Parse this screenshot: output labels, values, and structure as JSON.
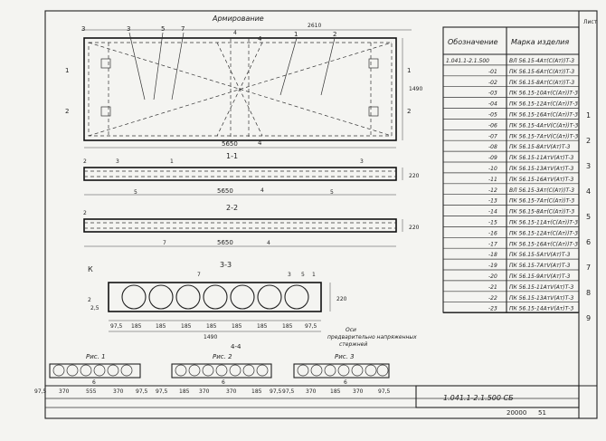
{
  "drawing": {
    "title": "Армирование",
    "top_width": "2610",
    "plan_length": "5650",
    "plan_height": "1490",
    "section_marks": {
      "s4": "4",
      "s11": "1-1",
      "s22": "2-2",
      "s33": "3-3",
      "s44": "4-4"
    },
    "callouts": [
      "1",
      "2",
      "3",
      "4",
      "5",
      "6",
      "7"
    ],
    "cut_labels": [
      "1",
      "1",
      "2",
      "2",
      "4",
      "4"
    ],
    "section_height": "220",
    "section_length": "5650",
    "cross_section": {
      "total": "1490",
      "dims": [
        "97,5",
        "185",
        "185",
        "185",
        "185",
        "185",
        "185",
        "185",
        "97,5"
      ],
      "side_label": "2,5",
      "mark_k": "К",
      "axis_note_line1": "Оси",
      "axis_note_line2": "предварительно напряженных",
      "axis_note_line3": "стержней"
    },
    "figures": [
      {
        "label": "Рис. 1",
        "dims": [
          "97,5",
          "370",
          "555",
          "370",
          "97,5"
        ]
      },
      {
        "label": "Рис. 2",
        "dims": [
          "97,5",
          "185",
          "370",
          "370",
          "185",
          "97,5"
        ]
      },
      {
        "label": "Рис. 3",
        "dims": [
          "97,5",
          "370",
          "185",
          "370",
          "97,5"
        ]
      }
    ],
    "fig_callout": "6"
  },
  "table": {
    "col1_header": "Обозначение",
    "col2_header": "Марка изделия",
    "rows": [
      {
        "code": "1.041.1-2.1.500",
        "mark": "ВЛ 56.15-4Ат(С(Ат))Т-3"
      },
      {
        "code": "-01",
        "mark": "ПК 56.15-6Ат(С(Ат))Т-3"
      },
      {
        "code": "-02",
        "mark": "ПК 56.15-8Ат(С(Ат))Т-3"
      },
      {
        "code": "-03",
        "mark": "ПК 56.15-10Ат(С(Ат))Т-3"
      },
      {
        "code": "-04",
        "mark": "ПК 56.15-12Ат(С(Ат))Т-3"
      },
      {
        "code": "-05",
        "mark": "ПК 56.15-16Ат(С(Ат))Т-3"
      },
      {
        "code": "-06",
        "mark": "ПК 56.15-4АтV(С(Ат))Т-3"
      },
      {
        "code": "-07",
        "mark": "ПК 56.15-7АтV(С(Ат))Т-3"
      },
      {
        "code": "-08",
        "mark": "ПК 56.15-8АтV(Ат)Т-3"
      },
      {
        "code": "-09",
        "mark": "ПК 56.15-11АтV(Ат)Т-3"
      },
      {
        "code": "-10",
        "mark": "ПК 56.15-13АтV(Ат)Т-3"
      },
      {
        "code": "-11",
        "mark": "ПК 56.15-16АтV(Ат)Т-3"
      },
      {
        "code": "-12",
        "mark": "ВЛ 56.15-3Ат(С(Ат))Т-3"
      },
      {
        "code": "-13",
        "mark": "ПК 56.15-7Ат(С(Ат))Т-3"
      },
      {
        "code": "-14",
        "mark": "ПК 56.15-8Ат(С(Ат))Т-3"
      },
      {
        "code": "-15",
        "mark": "ПК 56.15-11Ат(С(Ат))Т-3"
      },
      {
        "code": "-16",
        "mark": "ПК 56.15-12Ат(С(Ат))Т-3"
      },
      {
        "code": "-17",
        "mark": "ПК 56.15-16Ат(С(Ат))Т-3"
      },
      {
        "code": "-18",
        "mark": "ПК 56.15-5АтV(Ат)Т-3"
      },
      {
        "code": "-19",
        "mark": "ПК 56.15-7АтV(Ат)Т-3"
      },
      {
        "code": "-20",
        "mark": "ПК 56.15-9АтV(Ат)Т-3"
      },
      {
        "code": "-21",
        "mark": "ПК 56.15-11АтV(Ат)Т-3"
      },
      {
        "code": "-22",
        "mark": "ПК 56.15-13АтV(Ат)Т-3"
      },
      {
        "code": "-23",
        "mark": "ПК 56.15-14АтV(Ат)Т-3"
      }
    ],
    "side_numbers": [
      "1",
      "2",
      "3",
      "4",
      "5",
      "6",
      "7",
      "8",
      "9"
    ],
    "corner_label": "Лист"
  },
  "stamp": {
    "code": "1.041.1-2.1.500 СБ",
    "sheet": "51",
    "inventory": "20000"
  }
}
